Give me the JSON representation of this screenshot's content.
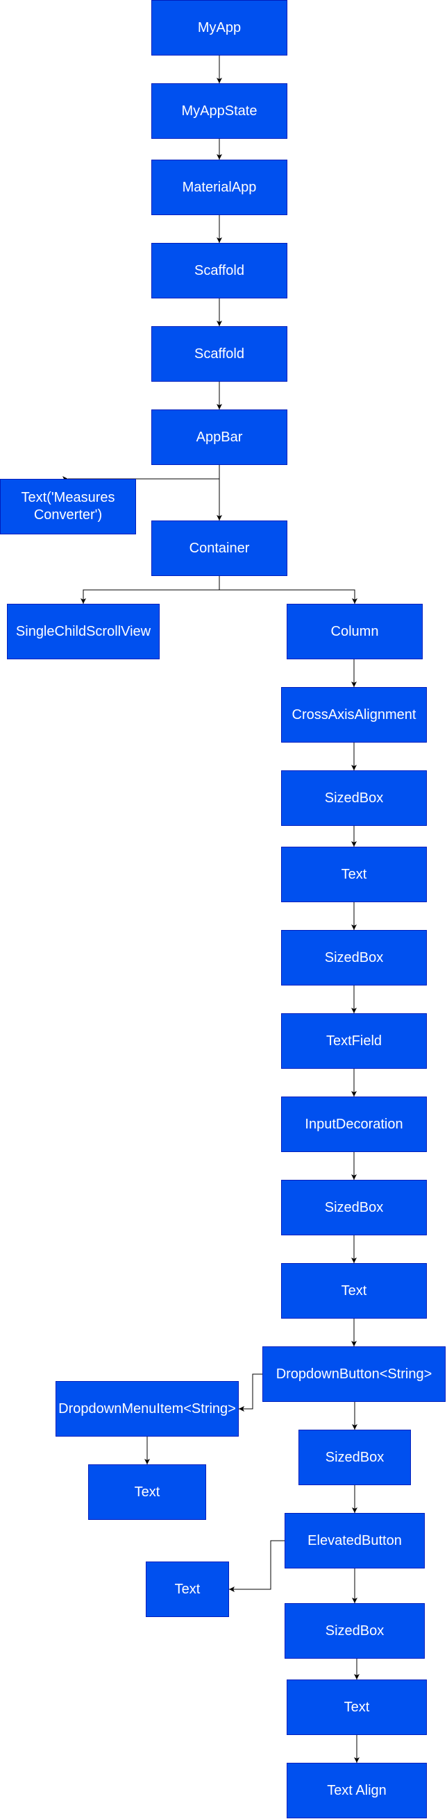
{
  "diagram": {
    "colors": {
      "node_fill": "#0050ef",
      "node_border": "#001dbc",
      "node_text": "#ffffff",
      "edge": "#000000"
    },
    "nodes": {
      "myapp": "MyApp",
      "myappstate": "MyAppState",
      "materialapp": "MaterialApp",
      "scaffold1": "Scaffold",
      "scaffold2": "Scaffold",
      "appbar": "AppBar",
      "text_title": "Text('Measures Converter')",
      "container": "Container",
      "scrollview": "SingleChildScrollView",
      "column": "Column",
      "crossaxis": "CrossAxisAlignment",
      "sizedbox1": "SizedBox",
      "text1": "Text",
      "sizedbox2": "SizedBox",
      "textfield": "TextField",
      "inputdecoration": "InputDecoration",
      "sizedbox3": "SizedBox",
      "text2": "Text",
      "dropdownbutton": "DropdownButton<String>",
      "dropdownmenuitem": "DropdownMenuItem<String>",
      "text_menu": "Text",
      "sizedbox4": "SizedBox",
      "elevatedbutton": "ElevatedButton",
      "text_button": "Text",
      "sizedbox5": "SizedBox",
      "text3": "Text",
      "textalign": "Text Align"
    },
    "edges": [
      [
        "myapp",
        "myappstate"
      ],
      [
        "myappstate",
        "materialapp"
      ],
      [
        "materialapp",
        "scaffold1"
      ],
      [
        "scaffold1",
        "scaffold2"
      ],
      [
        "scaffold2",
        "appbar"
      ],
      [
        "appbar",
        "text_title"
      ],
      [
        "appbar",
        "container"
      ],
      [
        "container",
        "scrollview"
      ],
      [
        "container",
        "column"
      ],
      [
        "column",
        "crossaxis"
      ],
      [
        "crossaxis",
        "sizedbox1"
      ],
      [
        "sizedbox1",
        "text1"
      ],
      [
        "text1",
        "sizedbox2"
      ],
      [
        "sizedbox2",
        "textfield"
      ],
      [
        "textfield",
        "inputdecoration"
      ],
      [
        "inputdecoration",
        "sizedbox3"
      ],
      [
        "sizedbox3",
        "text2"
      ],
      [
        "text2",
        "dropdownbutton"
      ],
      [
        "dropdownbutton",
        "dropdownmenuitem"
      ],
      [
        "dropdownmenuitem",
        "text_menu"
      ],
      [
        "dropdownbutton",
        "sizedbox4"
      ],
      [
        "sizedbox4",
        "elevatedbutton"
      ],
      [
        "elevatedbutton",
        "text_button"
      ],
      [
        "elevatedbutton",
        "sizedbox5"
      ],
      [
        "sizedbox5",
        "text3"
      ],
      [
        "text3",
        "textalign"
      ]
    ]
  }
}
